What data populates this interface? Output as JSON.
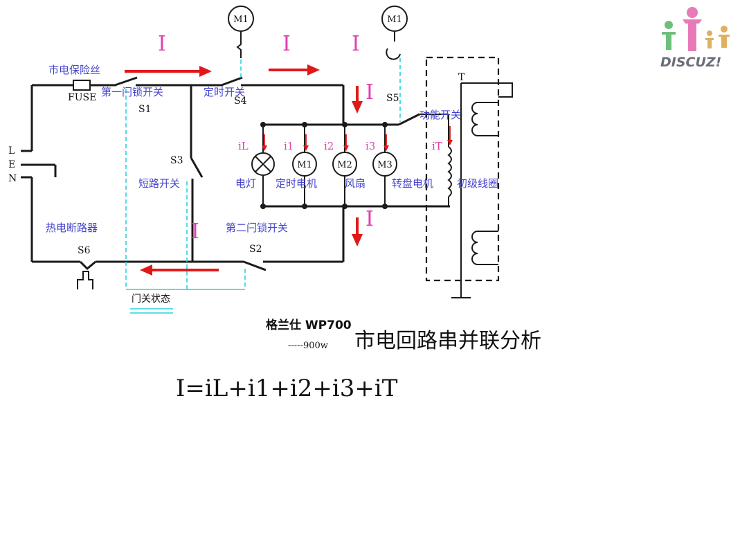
{
  "labels": {
    "mains_fuse": "市电保险丝",
    "fuse": "FUSE",
    "first_interlock": "第一闩锁开关",
    "s1": "S1",
    "timer_switch": "定时开关",
    "s4": "S4",
    "s5": "S5",
    "function_switch": "功能开关",
    "s3": "S3",
    "short_switch": "短路开关",
    "thermal_breaker": "热电断路器",
    "second_interlock": "第二闩锁开关",
    "s2": "S2",
    "s6": "S6",
    "door_closed": "门关状态",
    "lamp": "电灯",
    "timer_motor": "定时电机",
    "fan": "风扇",
    "turntable_motor": "转盘电机",
    "primary_coil": "初级线圈",
    "t": "T",
    "line_l": "L",
    "line_e": "E",
    "line_n": "N"
  },
  "currents": {
    "I": "I",
    "iL": "iL",
    "i1": "i1",
    "i2": "i2",
    "i3": "i3",
    "iT": "iT"
  },
  "motors": {
    "m1": "M1",
    "m2": "M2",
    "m3": "M3"
  },
  "title": {
    "brand": "格兰仕 WP700",
    "power": "-----900w",
    "main": "市电回路串并联分析"
  },
  "equation": "I=iL+i1+i2+i3+iT",
  "logo": {
    "text": "DISCUZ!"
  }
}
